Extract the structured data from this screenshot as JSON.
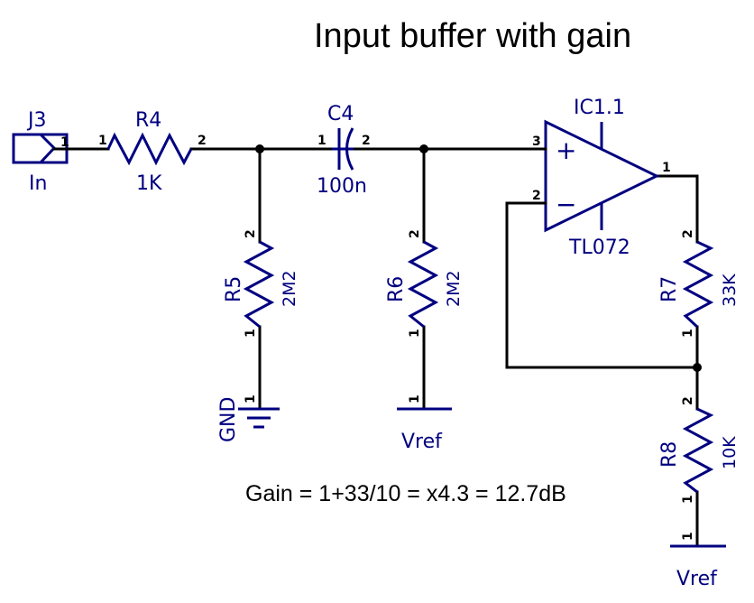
{
  "title": "Input buffer with gain",
  "note": "Gain = 1+33/10 = x4.3 = 12.7dB",
  "colors": {
    "symbol": "#000080",
    "wire": "#000000",
    "background": "#ffffff"
  },
  "components": {
    "j3": {
      "ref": "J3",
      "value": "In",
      "pin1": "1"
    },
    "r4": {
      "ref": "R4",
      "value": "1K",
      "pin1": "1",
      "pin2": "2"
    },
    "c4": {
      "ref": "C4",
      "value": "100n",
      "pin1": "1",
      "pin2": "2"
    },
    "r5": {
      "ref": "R5",
      "value": "2M2",
      "pin1": "1",
      "pin2": "2"
    },
    "r6": {
      "ref": "R6",
      "value": "2M2",
      "pin1": "1",
      "pin2": "2"
    },
    "r7": {
      "ref": "R7",
      "value": "33K",
      "pin1": "1",
      "pin2": "2"
    },
    "r8": {
      "ref": "R8",
      "value": "10K",
      "pin1": "1",
      "pin2": "2"
    },
    "ic1": {
      "ref": "IC1.1",
      "value": "TL072",
      "pin_plus": "3",
      "pin_minus": "2",
      "pin_out": "1",
      "plus_sign": "+",
      "minus_sign": "−"
    },
    "gnd": {
      "label": "GND",
      "pin": "1"
    },
    "vref1": {
      "label": "Vref",
      "pin": "1"
    },
    "vref2": {
      "label": "Vref",
      "pin": "1"
    }
  }
}
